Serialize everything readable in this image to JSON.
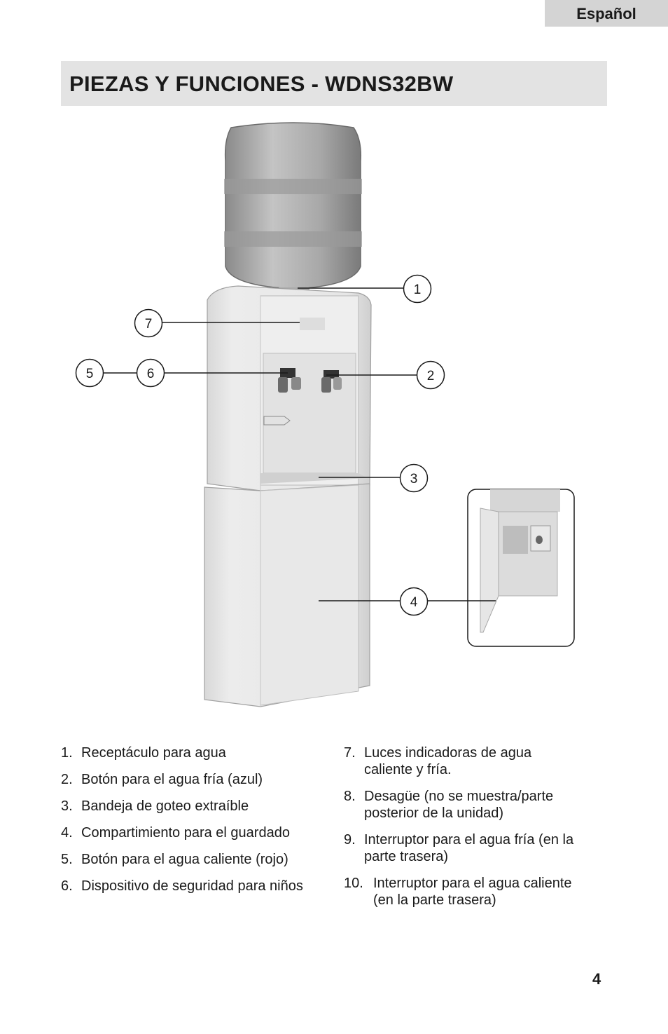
{
  "header": {
    "language_tab": "Español"
  },
  "title": "PIEZAS Y FUNCIONES - WDNS32BW",
  "callouts": [
    "1",
    "2",
    "3",
    "4",
    "5",
    "6",
    "7"
  ],
  "parts_left": [
    {
      "num": "1.",
      "text": "Receptáculo para agua"
    },
    {
      "num": "2.",
      "text": "Botón para el agua fría (azul)"
    },
    {
      "num": "3.",
      "text": "Bandeja de goteo extraíble"
    },
    {
      "num": "4.",
      "text": "Compartimiento para el guardado"
    },
    {
      "num": "5.",
      "text": "Botón para el agua caliente (rojo)"
    },
    {
      "num": "6.",
      "text": "Dispositivo de seguridad para niños"
    }
  ],
  "parts_right": [
    {
      "num": "7.",
      "line1": "Luces indicadoras de agua",
      "line2": "caliente y fría."
    },
    {
      "num": "8.",
      "line1": "Desagüe (no se muestra/parte",
      "line2": "posterior de la unidad)"
    },
    {
      "num": "9.",
      "line1": "Interruptor para el agua fría (en la",
      "line2": "parte trasera)"
    },
    {
      "num": "10.",
      "line1": "Interruptor para el agua caliente",
      "line2": "(en la parte trasera)"
    }
  ],
  "page_number": "4",
  "colors": {
    "tab_bg": "#d4d4d4",
    "title_bg": "#e3e3e3",
    "text": "#1a1a1a"
  }
}
